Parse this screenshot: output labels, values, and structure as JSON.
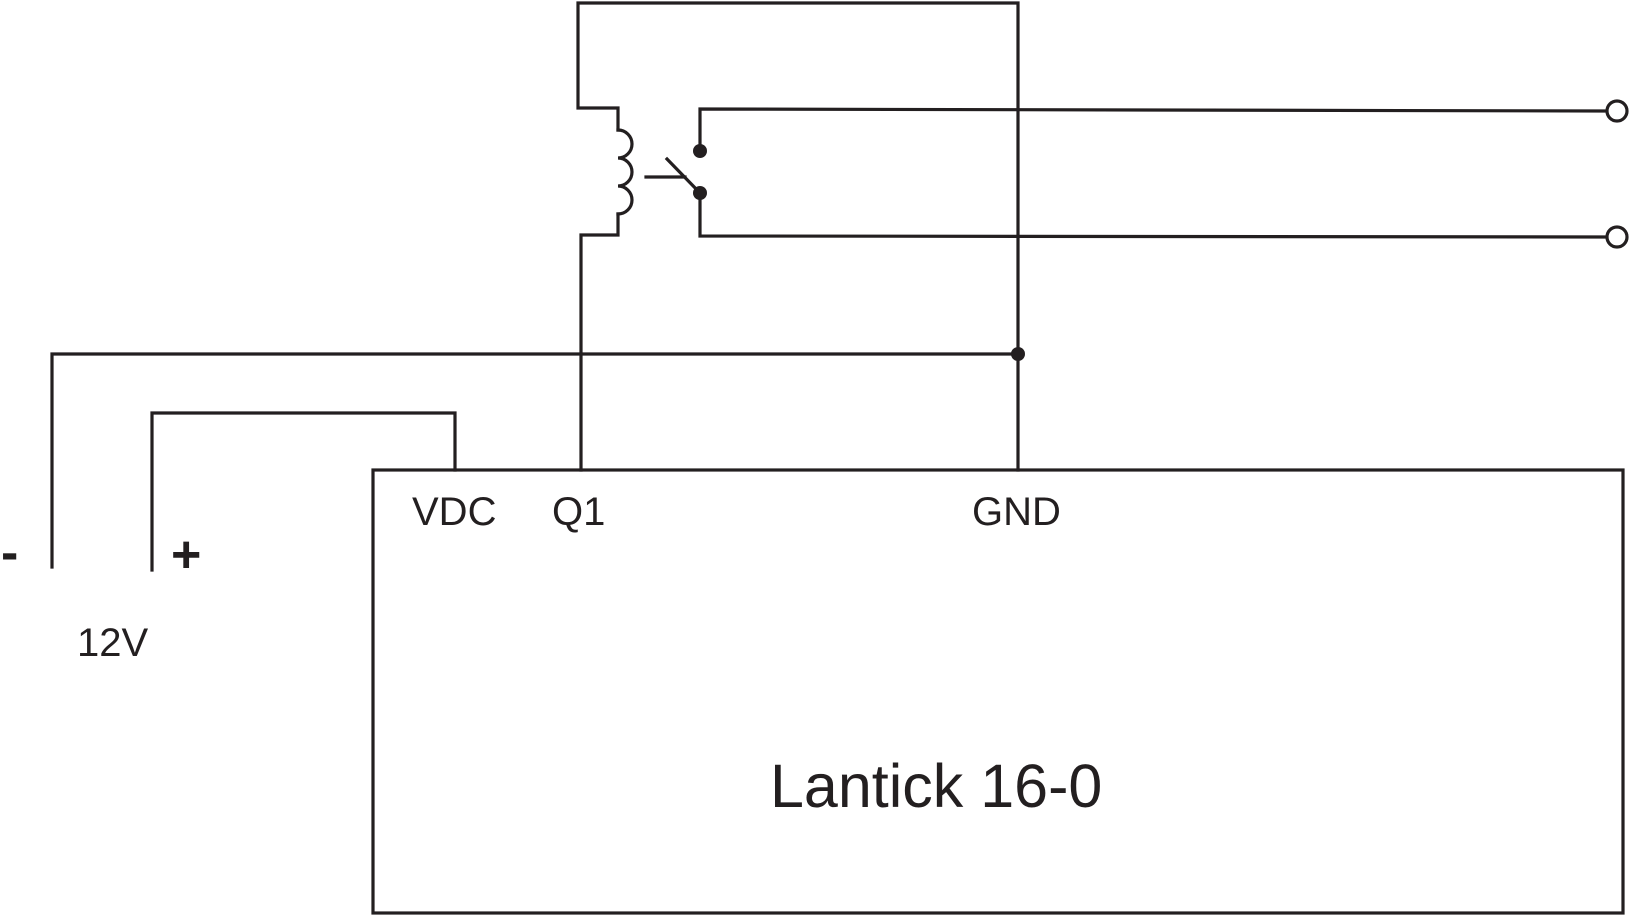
{
  "diagram": {
    "type": "wiring schematic",
    "device": {
      "name": "Lantick 16-0",
      "pins": {
        "vdc": "VDC",
        "q1": "Q1",
        "gnd": "GND"
      }
    },
    "power_supply": {
      "voltage_label": "12V",
      "negative_sign": "-",
      "positive_sign": "+"
    },
    "relay": {
      "coil": "relay coil",
      "contact": "normally open switch contact",
      "output_terminals": 2
    },
    "connections": [
      {
        "from": "12V +",
        "to": "VDC"
      },
      {
        "from": "12V -",
        "to": "GND"
      },
      {
        "from": "Q1",
        "to": "relay coil (bottom)"
      },
      {
        "from": "relay coil (top)",
        "to": "GND"
      },
      {
        "from": "relay contact (top)",
        "to": "output terminal 1"
      },
      {
        "from": "relay contact (bottom)",
        "to": "output terminal 2"
      }
    ],
    "colors": {
      "line": "#231f20",
      "background": "#ffffff"
    }
  }
}
